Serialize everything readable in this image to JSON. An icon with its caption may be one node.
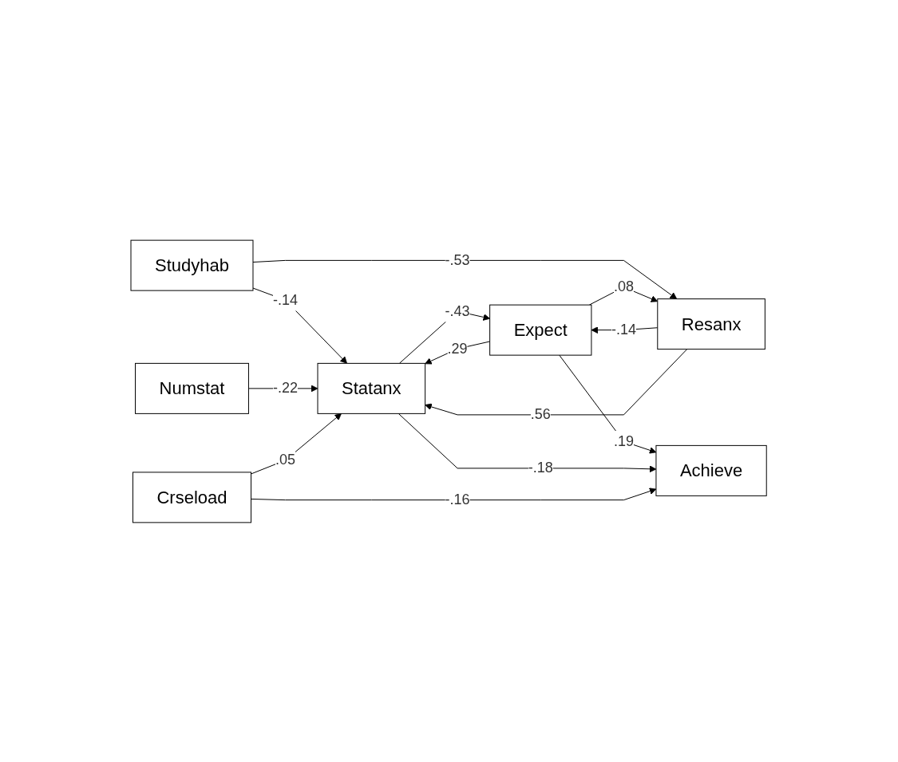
{
  "diagram": {
    "nodes": [
      {
        "text": [
          "Resanx"
        ]
      },
      {
        "text": [
          "Studyhab"
        ]
      },
      {
        "text": [
          "Expect"
        ]
      },
      {
        "text": [
          "Achieve"
        ]
      },
      {
        "text": [
          "Numstat"
        ]
      },
      {
        "text": [
          "Statanx"
        ]
      },
      {
        "text": [
          "Crseload"
        ]
      }
    ],
    "edges": [
      {
        "from": 1,
        "to": 0,
        "arrow": "to",
        "label": "-.53"
      },
      {
        "from": 2,
        "to": 0,
        "arrow": "to",
        "label": ".08"
      },
      {
        "from": 0,
        "to": 2,
        "arrow": "to",
        "label": "-.14"
      },
      {
        "from": 0,
        "to": 5,
        "arrow": "to",
        "label": ".56"
      },
      {
        "from": 1,
        "to": 5,
        "arrow": "to",
        "label": "-.14"
      },
      {
        "from": 2,
        "to": 3,
        "arrow": "to",
        "label": ".19"
      },
      {
        "from": 2,
        "to": 5,
        "arrow": "to",
        "label": ".29"
      },
      {
        "from": 5,
        "to": 2,
        "arrow": "to",
        "label": "-.43"
      },
      {
        "from": 5,
        "to": 3,
        "arrow": "to",
        "label": "-.18"
      },
      {
        "from": 4,
        "to": 5,
        "arrow": "to",
        "label": "-.22"
      },
      {
        "from": 6,
        "to": 5,
        "arrow": "to",
        "label": ".05"
      },
      {
        "from": 6,
        "to": 3,
        "arrow": "to",
        "label": "-.16"
      }
    ]
  }
}
